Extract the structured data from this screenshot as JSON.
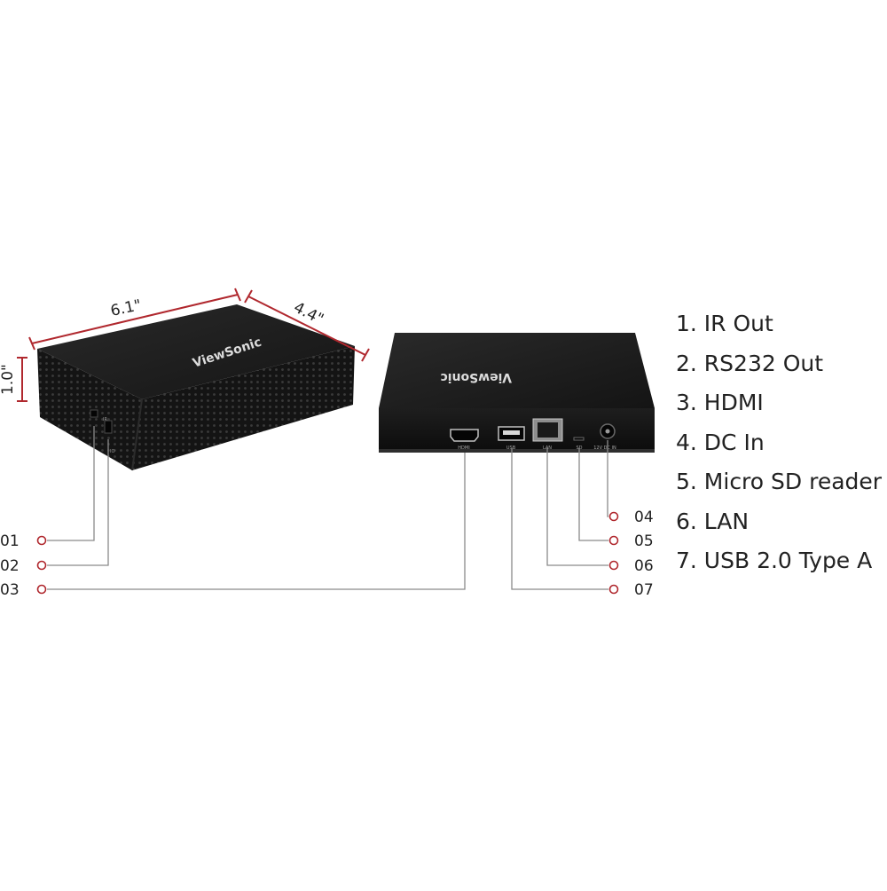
{
  "brand": "ViewSonic",
  "dimensions": {
    "width": "6.1\"",
    "depth": "4.4\"",
    "height": "1.0\""
  },
  "port_labels": {
    "side_top": "IR",
    "side_bottom": "IO",
    "hdmi": "HDMI",
    "usb": "USB",
    "lan": "LAN",
    "sd": "SD",
    "dc": "12V DC IN"
  },
  "callouts": {
    "c01": "01",
    "c02": "02",
    "c03": "03",
    "c04": "04",
    "c05": "05",
    "c06": "06",
    "c07": "07"
  },
  "legend": [
    "1. IR Out",
    "2. RS232 Out",
    "3. HDMI",
    "4. DC In",
    "5. Micro SD reader",
    "6. LAN",
    "7. USB 2.0 Type A"
  ],
  "colors": {
    "accent": "#b0282e",
    "line": "#8a8a8a",
    "box": "#141414",
    "text": "#222222"
  }
}
